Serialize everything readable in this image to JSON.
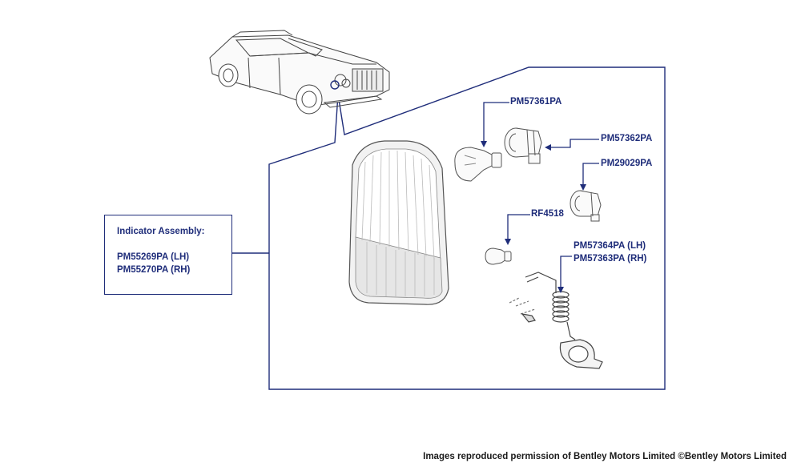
{
  "assembly": {
    "title": "Indicator Assembly:",
    "part_lh": "PM55269PA (LH)",
    "part_rh": "PM55270PA (RH)"
  },
  "callouts": {
    "bulb": "PM57361PA",
    "bulb_holder": "PM57362PA",
    "holder_small": "PM29029PA",
    "small_bulb": "RF4518",
    "spring_lh": "PM57364PA (LH)",
    "spring_rh": "PM57363PA (RH)"
  },
  "footer": {
    "credit": "Images reproduced permission of Bentley Motors Limited ©Bentley Motors Limited"
  },
  "colors": {
    "label_blue": "#1f2d7a",
    "line_gray": "#555555"
  }
}
